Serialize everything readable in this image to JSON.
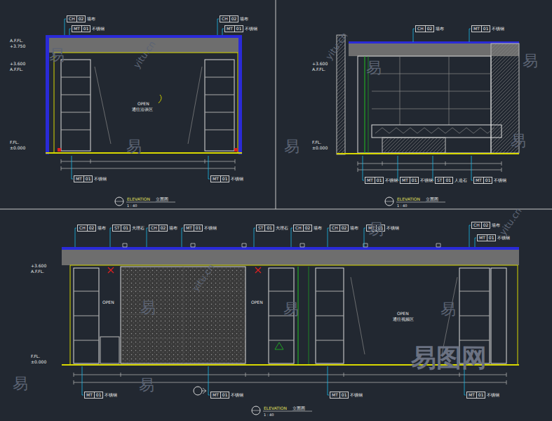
{
  "diagram": {
    "nodes": [
      {
        "text": [
          "CH",
          "02",
          "墙布"
        ]
      },
      {
        "text": [
          "MT",
          "01",
          "不锈钢"
        ]
      },
      {
        "text": [
          "CH",
          "02",
          "墙布"
        ]
      },
      {
        "text": [
          "MT",
          "01",
          "不锈钢"
        ]
      },
      {
        "text": [
          "MT",
          "01",
          "不锈钢"
        ]
      },
      {
        "text": [
          "MT",
          "01",
          "不锈钢"
        ]
      },
      {
        "text": [
          "CH",
          "02",
          "墙布"
        ]
      },
      {
        "text": [
          "MT",
          "01",
          "不锈钢"
        ]
      },
      {
        "text": [
          "MT",
          "01",
          "不锈钢"
        ]
      },
      {
        "text": [
          "MT",
          "01",
          "不锈钢"
        ]
      },
      {
        "text": [
          "ST",
          "01",
          "人造石"
        ]
      },
      {
        "text": [
          "MT",
          "01",
          "不锈钢"
        ]
      },
      {
        "text": [
          "CH",
          "02",
          "墙布"
        ]
      },
      {
        "text": [
          "ST",
          "01",
          "大理石"
        ]
      },
      {
        "text": [
          "CH",
          "02",
          "墙布"
        ]
      },
      {
        "text": [
          "MT",
          "01",
          "不锈钢"
        ]
      },
      {
        "text": [
          "ST",
          "01",
          "大理石"
        ]
      },
      {
        "text": [
          "CH",
          "02",
          "墙布"
        ]
      },
      {
        "text": [
          "CH",
          "02",
          "墙布"
        ]
      },
      {
        "text": [
          "MT",
          "01",
          "不锈钢"
        ]
      },
      {
        "text": [
          "CH",
          "02",
          "墙布"
        ]
      },
      {
        "text": [
          "MT",
          "01",
          "不锈钢"
        ]
      },
      {
        "text": [
          "MT",
          "01",
          "不锈钢"
        ]
      },
      {
        "text": [
          "MT",
          "01",
          "不锈钢"
        ]
      },
      {
        "text": [
          "MT",
          "01",
          "不锈钢"
        ]
      },
      {
        "text": [
          "MT",
          "01",
          "不锈钢"
        ]
      }
    ],
    "labels": [
      "A.F.FL.",
      "+3.750",
      "+3.600",
      "A.F.FL.",
      "F.FL.",
      "±0.000",
      "OPEN",
      "通往洽谈区",
      "ELEVATION",
      "立面图",
      "1 : 40",
      "+3.600",
      "A.F.FL.",
      "F.FL.",
      "±0.000",
      "ELEVATION",
      "立面图",
      "1 : 40",
      "+3.600",
      "A.F.FL.",
      "F.FL.",
      "±0.000",
      "OPEN",
      "OPEN",
      "OPEN",
      "通往视频区",
      "ELEVATION",
      "立面图",
      "1 : 40",
      "易",
      "易",
      "易",
      "易",
      "易",
      "易",
      "易",
      "易",
      "易",
      "易",
      "易",
      "易",
      "yitu.cn",
      "yitu.cn",
      "yitu.cn",
      "yitu.cn",
      "易图网"
    ]
  }
}
